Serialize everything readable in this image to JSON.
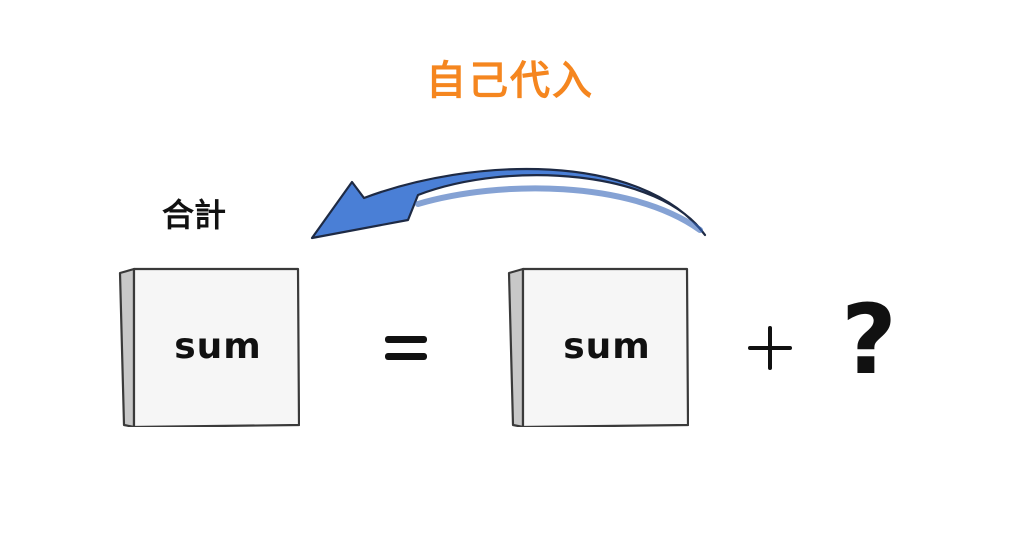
{
  "title": "自己代入",
  "label_total": "合計",
  "left_box": {
    "text": "sum"
  },
  "right_box": {
    "text": "sum"
  },
  "operators": {
    "question": "?"
  },
  "colors": {
    "title": "#f5861f",
    "arrow_fill": "#4a7fd6",
    "arrow_dark": "#3464b8",
    "outline": "#3a3a3a",
    "box_face": "#f6f6f6",
    "box_side": "#c8c8c8"
  }
}
